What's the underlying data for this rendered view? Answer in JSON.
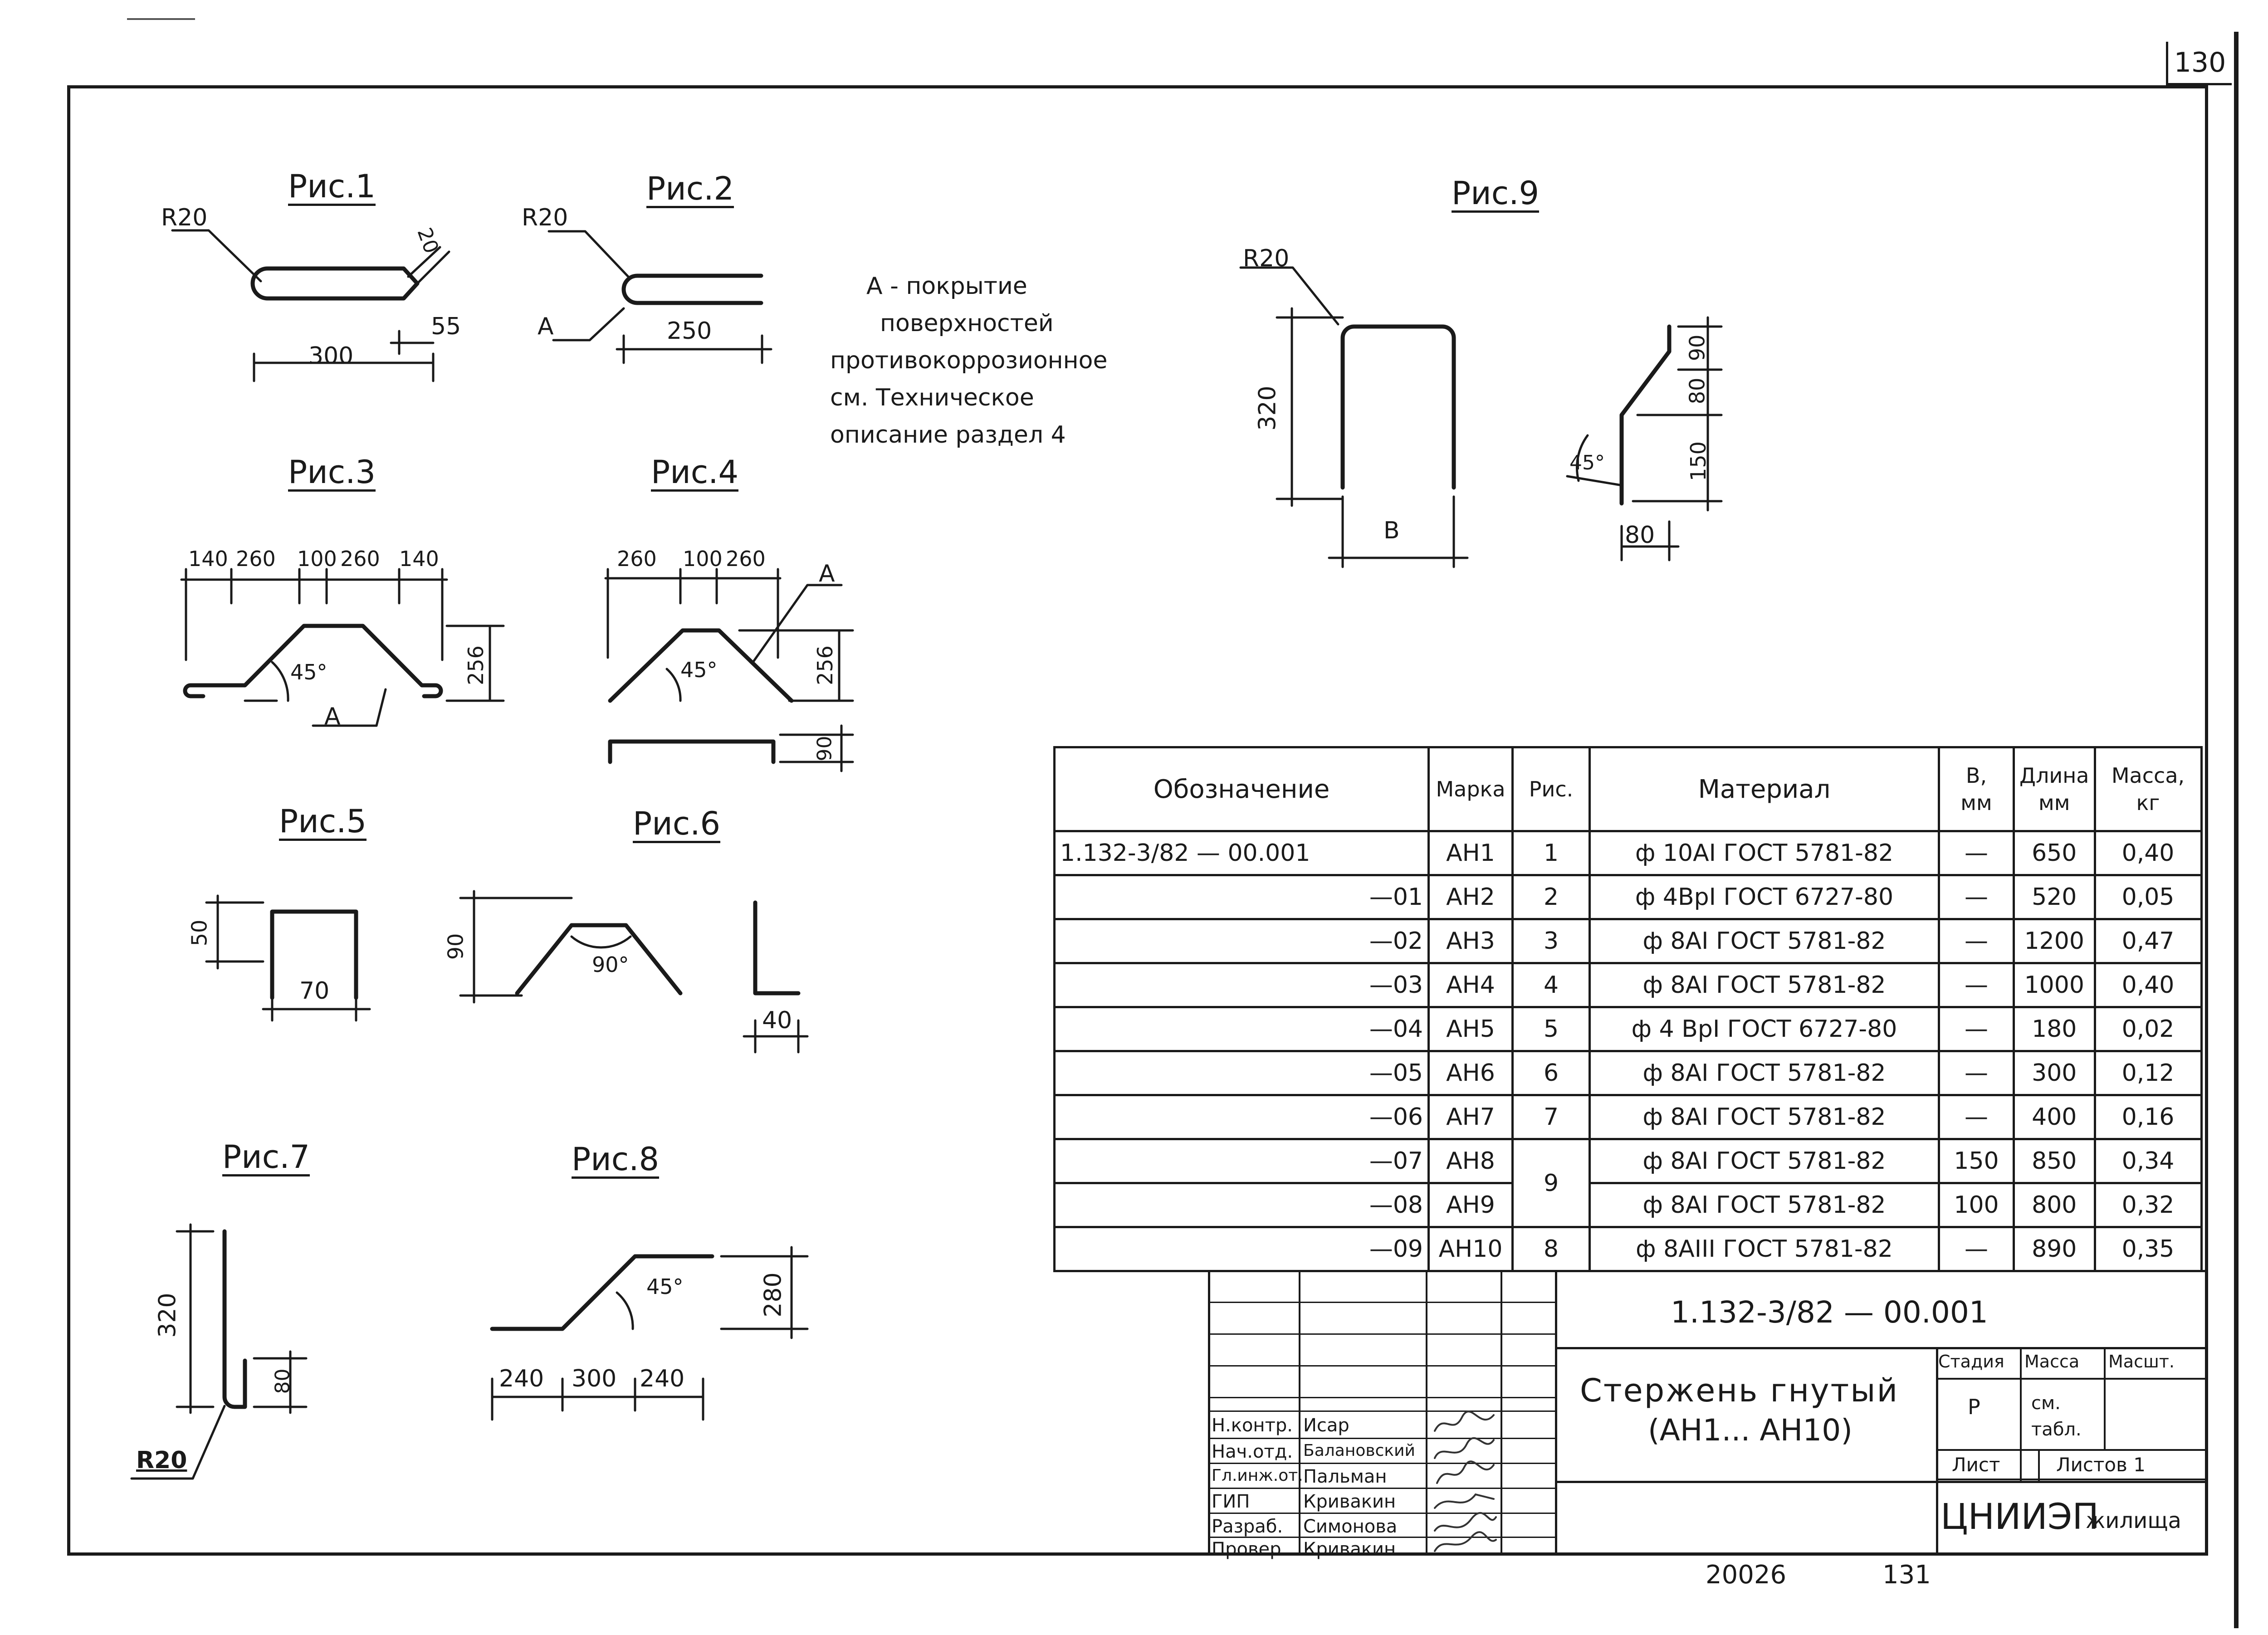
{
  "page_number": "130",
  "figures": {
    "fig1": {
      "title": "Рис.1",
      "r": "R20",
      "dims": [
        "20",
        "55",
        "300"
      ]
    },
    "fig2": {
      "title": "Рис.2",
      "r": "R20",
      "a": "А",
      "dims": [
        "250"
      ]
    },
    "fig3": {
      "title": "Рис.3",
      "dims": [
        "140",
        "260",
        "100",
        "260",
        "140",
        "256"
      ],
      "angle": "45°",
      "a": "А"
    },
    "fig4": {
      "title": "Рис.4",
      "dims": [
        "260",
        "100",
        "260",
        "256",
        "90"
      ],
      "angle": "45°",
      "a": "А"
    },
    "fig5": {
      "title": "Рис.5",
      "dims": [
        "50",
        "70"
      ]
    },
    "fig6": {
      "title": "Рис.6",
      "dims": [
        "90",
        "40"
      ],
      "angle": "90°"
    },
    "fig7": {
      "title": "Рис.7",
      "r": "R20",
      "dims": [
        "320",
        "80"
      ]
    },
    "fig8": {
      "title": "Рис.8",
      "dims": [
        "240",
        "300",
        "240",
        "280"
      ],
      "angle": "45°"
    },
    "fig9": {
      "title": "Рис.9",
      "r": "R20",
      "dims": [
        "320",
        "90",
        "80",
        "150",
        "80"
      ],
      "b": "В",
      "angle": "45°"
    }
  },
  "note": [
    "А - покрытие",
    "поверхностей",
    "противокоррозионное",
    "см.  Техническое",
    "описание  раздел 4"
  ],
  "spec_table": {
    "headers": {
      "designation": "Обозначение",
      "mark": "Марка",
      "fig": "Рис.",
      "material": "Материал",
      "b": "В,",
      "b_unit": "мм",
      "length": "Длина",
      "length_unit": "мм",
      "mass": "Масса,",
      "mass_unit": "кг"
    },
    "rows": [
      {
        "designation": "1.132-3/82 — 00.001",
        "mark": "АН1",
        "fig": "1",
        "material": "ф 10АI  ГОСТ  5781-82",
        "b": "—",
        "length": "650",
        "mass": "0,40"
      },
      {
        "designation": "—01",
        "mark": "АН2",
        "fig": "2",
        "material": "ф 4ВрI  ГОСТ  6727-80",
        "b": "—",
        "length": "520",
        "mass": "0,05"
      },
      {
        "designation": "—02",
        "mark": "АН3",
        "fig": "3",
        "material": "ф 8АI  ГОСТ  5781-82",
        "b": "—",
        "length": "1200",
        "mass": "0,47"
      },
      {
        "designation": "—03",
        "mark": "АН4",
        "fig": "4",
        "material": "ф 8АI  ГОСТ  5781-82",
        "b": "—",
        "length": "1000",
        "mass": "0,40"
      },
      {
        "designation": "—04",
        "mark": "АН5",
        "fig": "5",
        "material": "ф 4 ВрI  ГОСТ  6727-80",
        "b": "—",
        "length": "180",
        "mass": "0,02"
      },
      {
        "designation": "—05",
        "mark": "АН6",
        "fig": "6",
        "material": "ф 8АI  ГОСТ  5781-82",
        "b": "—",
        "length": "300",
        "mass": "0,12"
      },
      {
        "designation": "—06",
        "mark": "АН7",
        "fig": "7",
        "material": "ф 8АI  ГОСТ  5781-82",
        "b": "—",
        "length": "400",
        "mass": "0,16"
      },
      {
        "designation": "—07",
        "mark": "АН8",
        "fig": "9",
        "material": "ф 8АI  ГОСТ  5781-82",
        "b": "150",
        "length": "850",
        "mass": "0,34"
      },
      {
        "designation": "—08",
        "mark": "АН9",
        "material": "ф 8АI  ГОСТ  5781-82",
        "b": "100",
        "length": "800",
        "mass": "0,32"
      },
      {
        "designation": "—09",
        "mark": "АН10",
        "fig": "8",
        "material": "ф 8АIII  ГОСТ  5781-82",
        "b": "—",
        "length": "890",
        "mass": "0,35"
      }
    ]
  },
  "title_block": {
    "doc_code": "1.132-3/82  — 00.001",
    "name_line1": "Стержень гнутый",
    "name_line2": "(АН1... АН10)",
    "stage_label": "Стадия",
    "mass_label": "Масса",
    "scale_label": "Масшт.",
    "stage": "Р",
    "mass_value": "см. табл.",
    "sheet_label": "Лист",
    "sheets_label": "Листов 1",
    "org_main": "ЦНИИЭП",
    "org_sub": "жилища",
    "roles": [
      {
        "role": "Н.контр.",
        "name": "Исар"
      },
      {
        "role": "Нач.отд.",
        "name": "Балановский"
      },
      {
        "role": "Гл.инж.от.",
        "name": "Пальман"
      },
      {
        "role": "ГИП",
        "name": "Кривакин"
      },
      {
        "role": "Разраб.",
        "name": "Симонова"
      },
      {
        "role": "Провер.",
        "name": "Кривакин"
      }
    ]
  },
  "bottom": {
    "archive": "20026",
    "page": "131"
  }
}
